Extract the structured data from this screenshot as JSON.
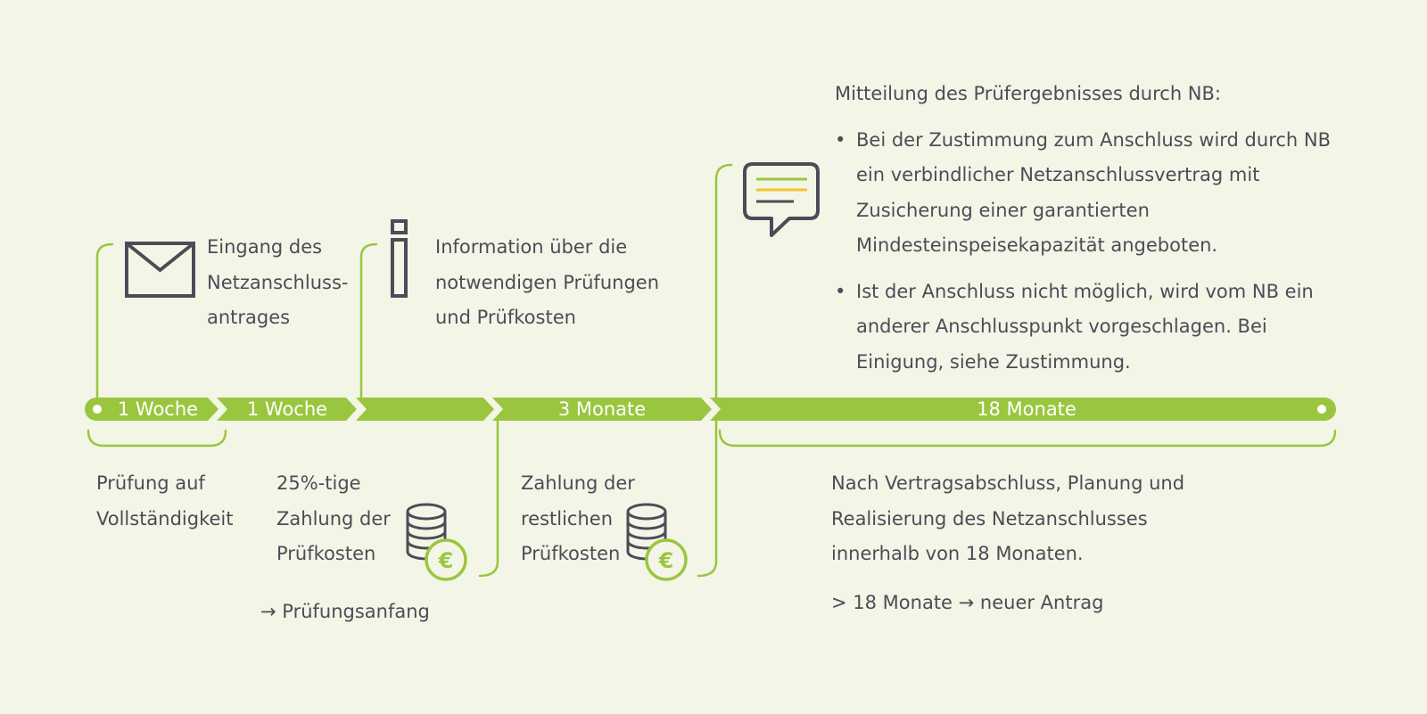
{
  "colors": {
    "green": "#9ac63f",
    "dark": "#4a4d57",
    "yellow": "#f1c233",
    "background": "#f3f6e6"
  },
  "timeline": {
    "segments": [
      "1 Woche",
      "1 Woche",
      "",
      "3 Monate",
      "18 Monate"
    ]
  },
  "top": {
    "step1": {
      "icon": "envelope-icon",
      "lines": [
        "Eingang des",
        "Netzanschluss-",
        "antrages"
      ]
    },
    "step2": {
      "icon": "info-icon",
      "lines": [
        "Information über die",
        "notwendigen Prüfungen",
        "und Prüfkosten"
      ]
    },
    "step3": {
      "icon": "speech-bubble-icon",
      "heading": "Mitteilung des Prüfergebnisses durch NB:",
      "bullets": [
        "Bei der Zustimmung zum Anschluss wird durch NB ein verbindlicher Netzanschlussvertrag mit Zusicherung einer  garantierten Mindesteinspeisekapazität angeboten.",
        "Ist der Anschluss nicht möglich, wird vom NB ein anderer Anschlusspunkt vorgeschlagen. Bei Einigung, siehe  Zustimmung."
      ]
    }
  },
  "bottom": {
    "step1": {
      "lines": [
        "Prüfung auf",
        "Vollständigkeit"
      ]
    },
    "step2": {
      "icon": "coins-euro-icon",
      "lines": [
        "25%-tige",
        "Zahlung der",
        "Prüfkosten"
      ],
      "note": "→ Prüfungsanfang"
    },
    "step3": {
      "icon": "coins-euro-icon",
      "lines": [
        "Zahlung der",
        "restlichen",
        "Prüfkosten"
      ]
    },
    "step4": {
      "lines": [
        "Nach Vertragsabschluss, Planung und",
        "Realisierung des Netzanschlusses",
        "innerhalb von 18 Monaten."
      ],
      "note": "> 18 Monate → neuer Antrag"
    }
  }
}
